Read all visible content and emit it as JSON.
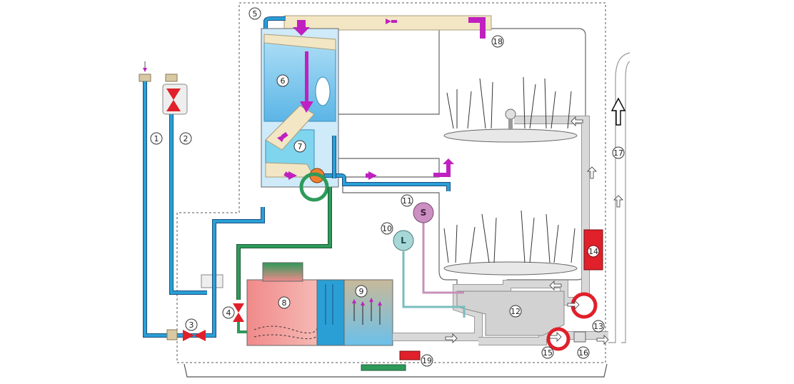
{
  "labels": {
    "n1": "1",
    "n2": "2",
    "n3": "3",
    "n4": "4",
    "n5": "5",
    "n6": "6",
    "n7": "7",
    "n8": "8",
    "n9": "9",
    "n10": "10",
    "n11": "11",
    "n12": "12",
    "n13": "13",
    "n14": "14",
    "n15": "15",
    "n16": "16",
    "n17": "17",
    "n18": "18",
    "n19": "19",
    "sensor_l": "L",
    "sensor_s": "S"
  },
  "colors": {
    "water_pipe": "#2a9fd6",
    "pipe_outline": "#1a4f80",
    "drain_pipe": "#cfcfcf",
    "green_pipe": "#2e9a5a",
    "flow_arrow": "#c020c0",
    "valve": "#e0202a",
    "tank_top": "#f2e6c4",
    "softener_water": "#7cc6ee",
    "heater": "#e8444a",
    "level_sensor": "#a7d7d7",
    "salt_sensor": "#cc8fc2",
    "motor": "#f08030"
  }
}
